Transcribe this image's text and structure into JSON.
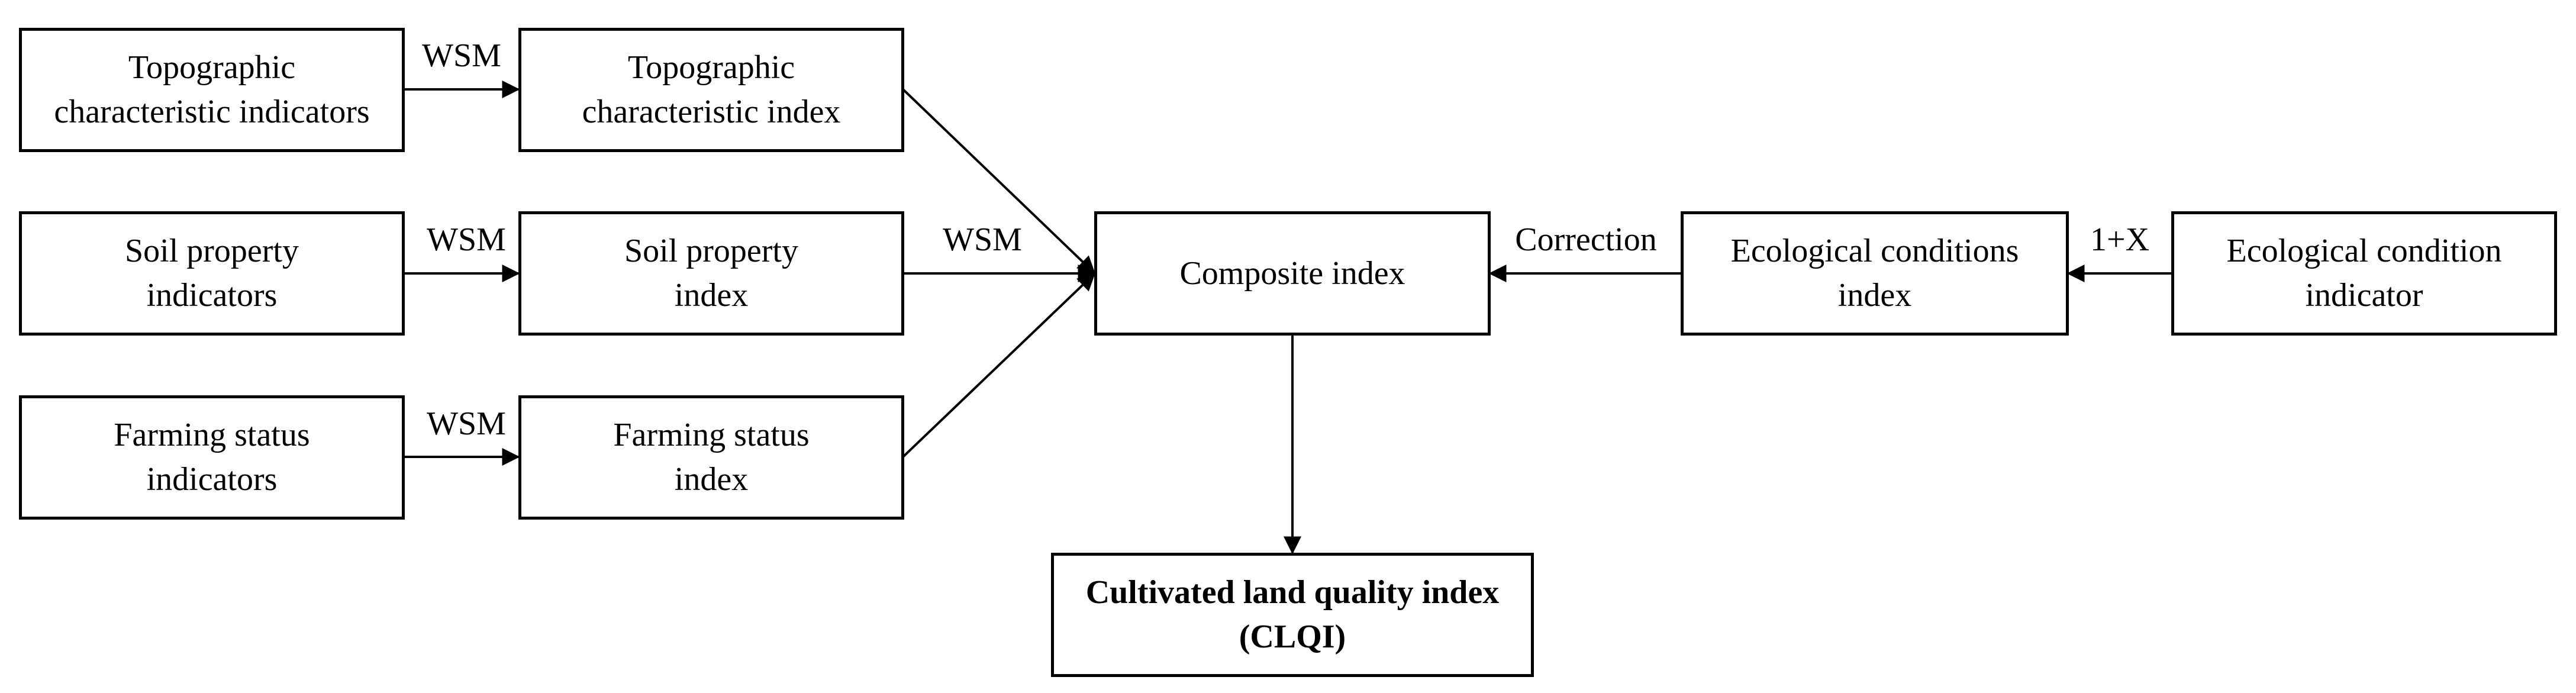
{
  "nodes": {
    "topo_indicators": {
      "line1": "Topographic",
      "line2": "characteristic indicators"
    },
    "topo_index": {
      "line1": "Topographic",
      "line2": "characteristic index"
    },
    "soil_indicators": {
      "line1": "Soil property",
      "line2": "indicators"
    },
    "soil_index": {
      "line1": "Soil property",
      "line2": "index"
    },
    "farm_indicators": {
      "line1": "Farming status",
      "line2": "indicators"
    },
    "farm_index": {
      "line1": "Farming status",
      "line2": "index"
    },
    "composite": {
      "line1": "Composite index"
    },
    "eco_index": {
      "line1": "Ecological conditions",
      "line2": "index"
    },
    "eco_indicator": {
      "line1": "Ecological condition",
      "line2": "indicator"
    },
    "clqi": {
      "line1": "Cultivated land quality index",
      "line2": "(CLQI)"
    }
  },
  "edges": {
    "topo_wsm": "WSM",
    "soil_wsm": "WSM",
    "farm_wsm": "WSM",
    "merge_wsm": "WSM",
    "correction": "Correction",
    "one_plus_x": "1+X"
  }
}
